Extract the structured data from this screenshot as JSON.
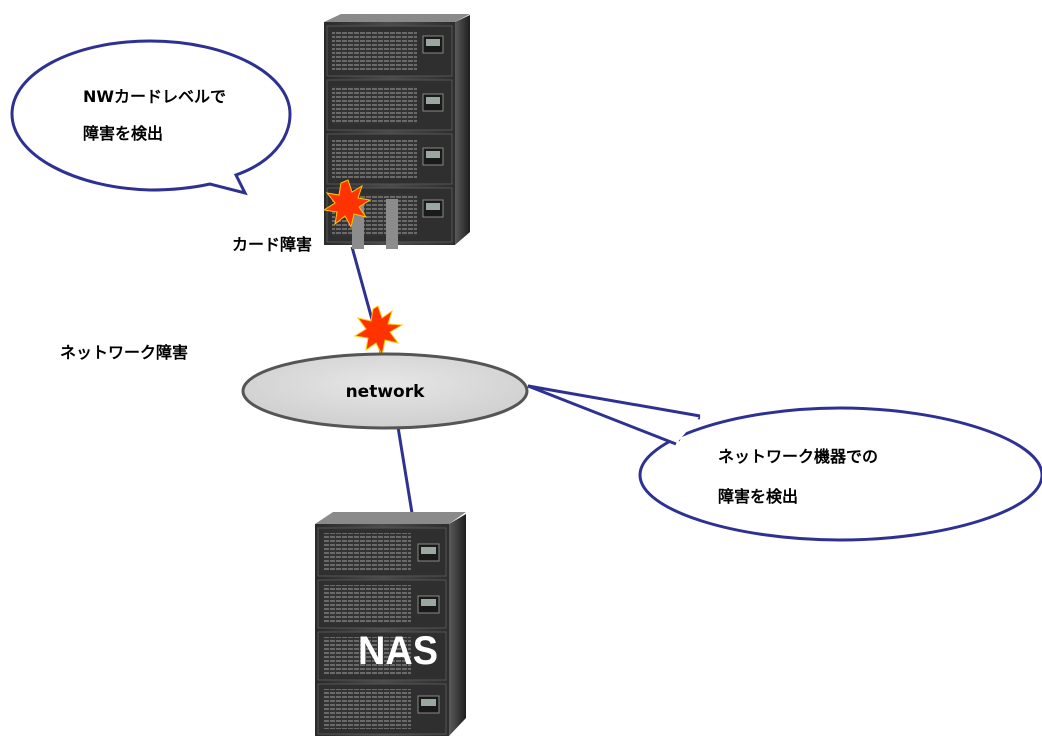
{
  "callout_nw_card": {
    "line1": "NWカードレベルで",
    "line2": "障害を検出"
  },
  "label_card_failure": "カード障害",
  "label_network_failure": "ネットワーク障害",
  "network_label": "network",
  "callout_network_device": {
    "line1": "ネットワーク機器での",
    "line2": "障害を検出"
  },
  "nas_label": "NAS",
  "colors": {
    "link_line": "#2e3192",
    "callout_border": "#2e3192",
    "cloud_fill": "#d9d9d9",
    "burst_fill": "#ff3300",
    "server_body": "#3c3c3c"
  },
  "icons": {
    "server_top": "rack-server-icon",
    "server_bottom": "nas-rack-server-icon",
    "failure_mark": "burst-icon"
  }
}
